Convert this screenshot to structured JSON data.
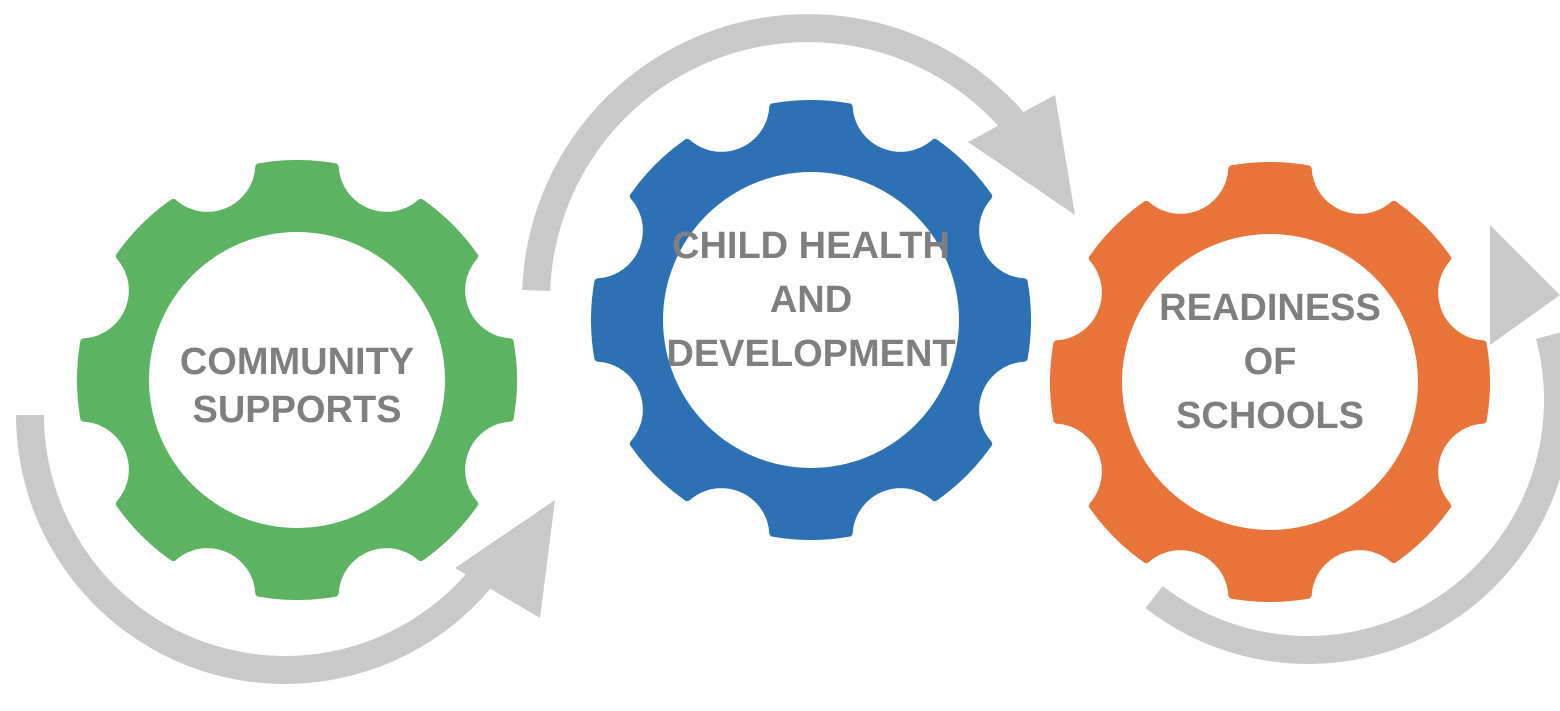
{
  "colors": {
    "arrow": "#c9c9c9",
    "label_text": "#7f7f7f",
    "gear_inner": "#ffffff"
  },
  "gears": [
    {
      "id": "community-supports",
      "color": "#5cb362",
      "label_lines": [
        "COMMUNITY",
        "SUPPORTS"
      ]
    },
    {
      "id": "child-health",
      "color": "#2b71b4",
      "label_lines": [
        "CHILD HEALTH",
        "AND",
        "DEVELOPMENT"
      ]
    },
    {
      "id": "readiness-schools",
      "color": "#e9743a",
      "label_lines": [
        "READINESS",
        "OF",
        "SCHOOLS"
      ]
    }
  ],
  "arrows": [
    {
      "id": "arrow-bottom-left",
      "icon": "curved-arrow-icon"
    },
    {
      "id": "arrow-top-middle",
      "icon": "curved-arrow-icon"
    },
    {
      "id": "arrow-bottom-right",
      "icon": "curved-arrow-icon"
    }
  ]
}
